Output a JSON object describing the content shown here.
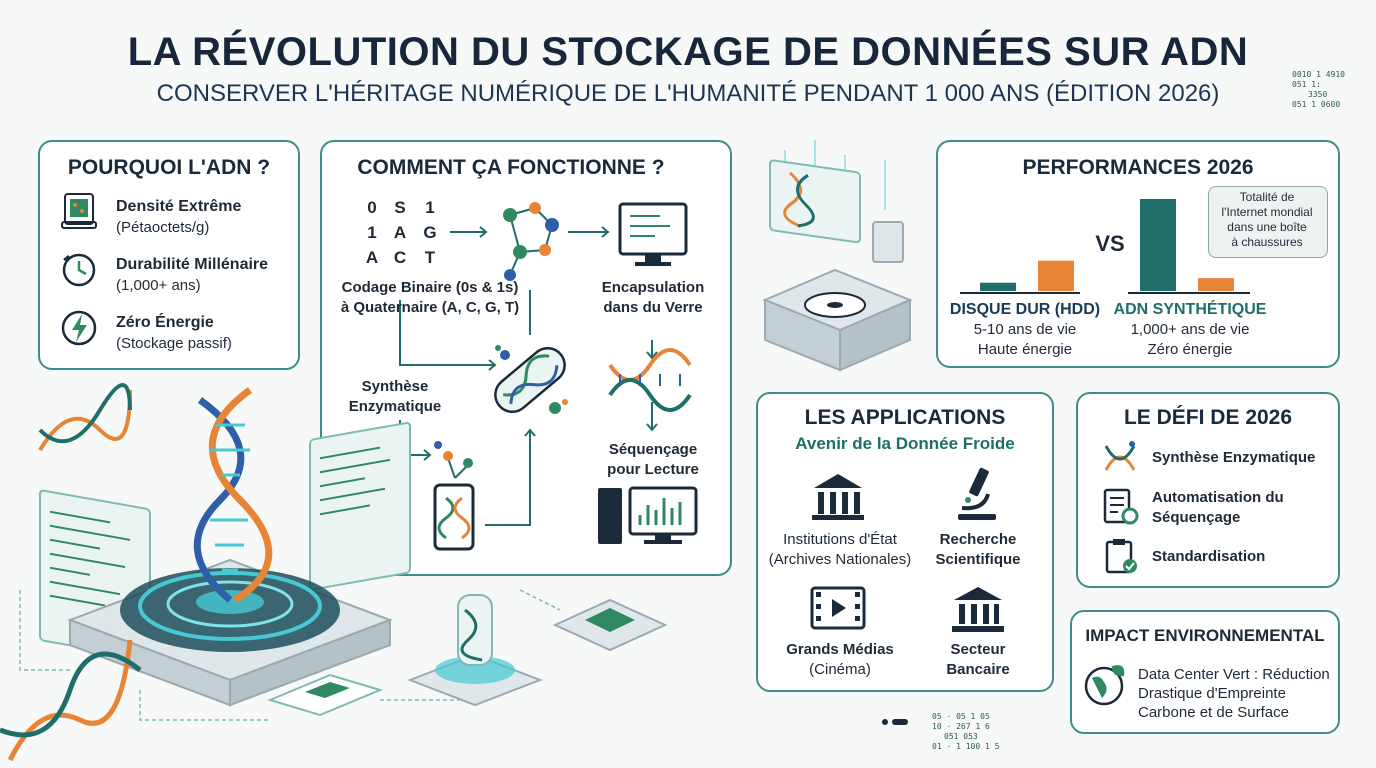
{
  "header": {
    "title": "LA RÉVOLUTION DU STOCKAGE DE DONNÉES SUR ADN",
    "subtitle": "CONSERVER L'HÉRITAGE NUMÉRIQUE DE L'HUMANITÉ PENDANT 1 000 ANS (ÉDITION 2026)"
  },
  "corner_codes_top": [
    "0010 1 4910",
    "051 1:",
    "3350",
    "051 1 0600"
  ],
  "corner_codes_bottom": [
    "05 · 05 1 05",
    "10 · 267 1 6",
    "051 053",
    "01 · 1 100 1 5"
  ],
  "why": {
    "title": "POURQUOI L'ADN ?",
    "items": [
      {
        "icon": "storage-density-icon",
        "title": "Densité Extrême",
        "desc": "(Pétaoctets/g)"
      },
      {
        "icon": "clock-durability-icon",
        "title": "Durabilité Millénaire",
        "desc": "(1,000+ ans)"
      },
      {
        "icon": "energy-bolt-icon",
        "title": "Zéro Énergie",
        "desc": "(Stockage passif)"
      }
    ]
  },
  "how": {
    "title": "COMMENT ÇA FONCTIONNE ?",
    "binary_grid": [
      "0",
      "S",
      "1",
      "1",
      "A",
      "G",
      "A",
      "C",
      "T"
    ],
    "step_encode": "Codage Binaire (0s & 1s)",
    "step_encode_2": "à Quaternaire (A, C, G, T)",
    "step_synthesis": "Synthèse",
    "step_synthesis_2": "Enzymatique",
    "step_glass": "Encapsulation",
    "step_glass_2": "dans du Verre",
    "step_seq": "Séquençage",
    "step_seq_2": "pour Lecture"
  },
  "perf": {
    "title": "PERFORMANCES 2026",
    "callout": [
      "Totalité de",
      "l'Internet mondial",
      "dans une boîte",
      "à chaussures"
    ],
    "vs": "VS",
    "hdd": {
      "name": "DISQUE DUR (HDD)",
      "life": "5-10 ans de vie",
      "energy": "Haute énergie"
    },
    "dna": {
      "name": "ADN SYNTHÉTIQUE",
      "life": "1,000+ ans de vie",
      "energy": "Zéro énergie"
    }
  },
  "chart_data": {
    "type": "bar",
    "groups": [
      "DISQUE DUR (HDD)",
      "ADN SYNTHÉTIQUE"
    ],
    "bars": [
      {
        "group": 0,
        "color": "#1f6e6a",
        "level": 0.09
      },
      {
        "group": 0,
        "color": "#e88436",
        "level": 0.33
      },
      {
        "group": 1,
        "color": "#1f6e6a",
        "level": 1.0
      },
      {
        "group": 1,
        "color": "#e88436",
        "level": 0.14
      }
    ]
  },
  "apps": {
    "title": "LES APPLICATIONS",
    "subtitle": "Avenir de la Donnée Froide",
    "items": [
      {
        "icon": "government-building-icon",
        "l1": "Institutions d'État",
        "l2": "(Archives Nationales)"
      },
      {
        "icon": "microscope-icon",
        "l1": "Recherche",
        "l2": "Scientifique"
      },
      {
        "icon": "film-player-icon",
        "l1": "Grands Médias",
        "l2": "(Cinéma)"
      },
      {
        "icon": "bank-icon",
        "l1": "Secteur",
        "l2": "Bancaire"
      }
    ]
  },
  "challenge": {
    "title": "LE DÉFI DE 2026",
    "items": [
      {
        "icon": "dna-synthesis-icon",
        "l1": "Synthèse Enzymatique",
        "l2": ""
      },
      {
        "icon": "automation-document-icon",
        "l1": "Automatisation du",
        "l2": "Séquençage"
      },
      {
        "icon": "clipboard-check-icon",
        "l1": "Standardisation",
        "l2": ""
      }
    ]
  },
  "impact": {
    "title": "IMPACT ENVIRONNEMENTAL",
    "lines": [
      "Data Center Vert : Réduction",
      "Drastique d'Empreinte",
      "Carbone et de Surface"
    ]
  },
  "colors": {
    "teal": "#3e8e87",
    "dark_teal": "#1f6e6a",
    "orange": "#e88436",
    "navy": "#17263a",
    "cyan": "#46c9d3"
  }
}
